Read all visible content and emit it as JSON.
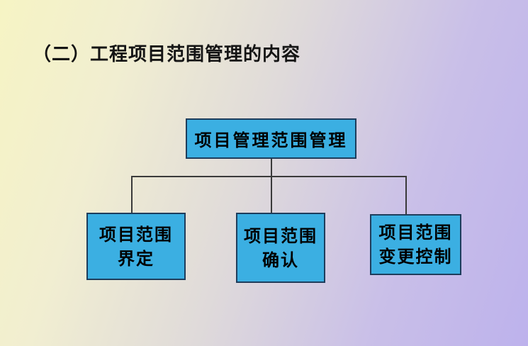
{
  "slide": {
    "title": "（二）工程项目范围管理的内容"
  },
  "colors": {
    "background_from": "#f6f4c4",
    "background_to": "#bdb2ec",
    "box_fill": "#3bafe2",
    "box_border": "#1e3d5c",
    "connector": "#3a3a3a",
    "text": "#000000"
  },
  "diagram": {
    "root": {
      "label": "项目管理范围管理"
    },
    "children": [
      {
        "lines": [
          "项目范围",
          "界定"
        ]
      },
      {
        "lines": [
          "项目范围",
          "确认"
        ]
      },
      {
        "lines": [
          "项目范围",
          "变更控制"
        ]
      }
    ]
  }
}
